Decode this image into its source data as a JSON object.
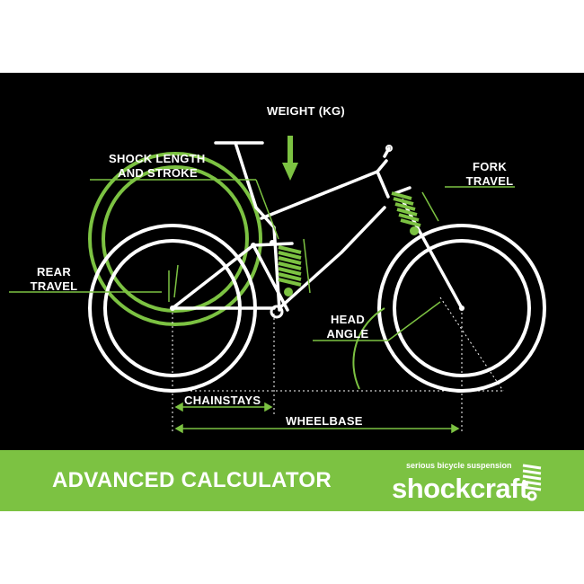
{
  "labels": {
    "weight": "WEIGHT (KG)",
    "shock_line1": "SHOCK LENGTH",
    "shock_line2": "AND STROKE",
    "fork_line1": "FORK",
    "fork_line2": "TRAVEL",
    "rear_line1": "REAR",
    "rear_line2": "TRAVEL",
    "head_line1": "HEAD",
    "head_line2": "ANGLE",
    "chainstays": "CHAINSTAYS",
    "wheelbase": "WHEELBASE"
  },
  "banner": {
    "title": "ADVANCED CALCULATOR",
    "tagline": "serious bicycle suspension",
    "logo": "shockcraft"
  },
  "colors": {
    "background": "#000000",
    "accent_green": "#7cc242",
    "line_white": "#ffffff",
    "page": "#ffffff"
  }
}
